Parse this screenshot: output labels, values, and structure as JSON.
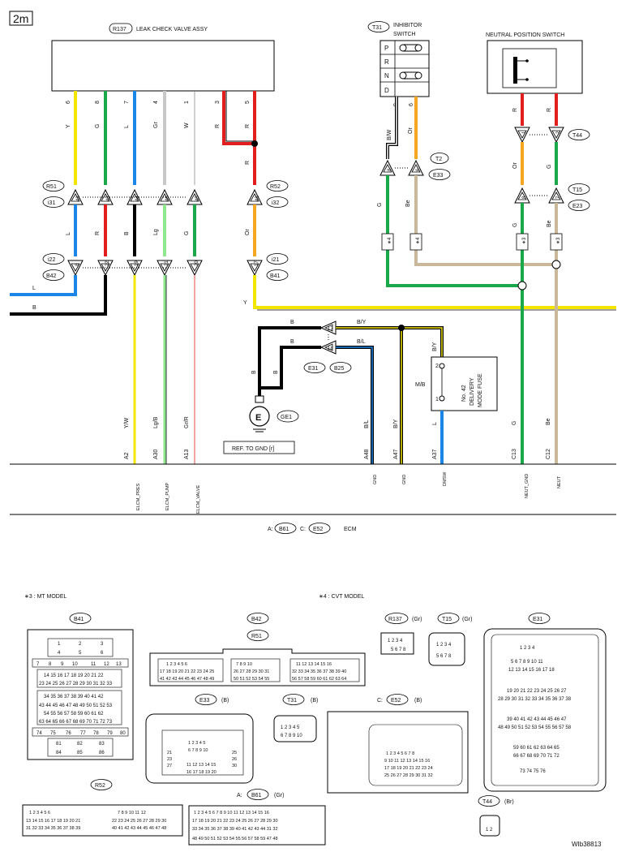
{
  "page_tag": "2m",
  "diagram_id": "WIb38813",
  "components": {
    "r137": {
      "code": "R137",
      "label": "LEAK CHECK VALVE ASSY",
      "pins": [
        "6",
        "8",
        "7",
        "4",
        "1",
        "3",
        "5"
      ]
    },
    "t31": {
      "code": "T31",
      "label": "INHIBITOR SWITCH",
      "positions": [
        "P",
        "R",
        "N",
        "D"
      ],
      "pins": [
        "9",
        "6"
      ]
    },
    "nps": {
      "label": "NEUTRAL POSITION SWITCH"
    },
    "fuse": {
      "text": [
        "No. 42",
        "DELIVERY",
        "MODE FUSE"
      ],
      "mb": "M/B",
      "pins": [
        "2",
        "1"
      ]
    },
    "ground": {
      "code": "GE1",
      "symbol": "E",
      "ref": "REF. TO GND [r]"
    },
    "ecm": {
      "prefix_a": "A:",
      "code_a": "B61",
      "prefix_c": "C:",
      "code_c": "E52",
      "label": "ECM"
    }
  },
  "connectors": [
    {
      "code": "R51"
    },
    {
      "code": "i31"
    },
    {
      "code": "i22"
    },
    {
      "code": "B42"
    },
    {
      "code": "R52"
    },
    {
      "code": "i32"
    },
    {
      "code": "i21"
    },
    {
      "code": "B41"
    },
    {
      "code": "T2"
    },
    {
      "code": "E33"
    },
    {
      "code": "T44"
    },
    {
      "code": "T15"
    },
    {
      "code": "E23"
    },
    {
      "code": "E31"
    },
    {
      "code": "B25"
    }
  ],
  "wire_labels": [
    "Y",
    "G",
    "L",
    "Gr",
    "W",
    "R",
    "R",
    "R",
    "L",
    "R",
    "B",
    "Lg",
    "G",
    "Or",
    "B/W",
    "Or",
    "G",
    "Be",
    "R",
    "R",
    "Or",
    "G",
    "G",
    "Be",
    "L",
    "B",
    "Y",
    "B",
    "B/Y",
    "B",
    "B/L",
    "B",
    "B",
    "B/Y",
    "B/L",
    "B/Y",
    "L",
    "G",
    "Be",
    "Y/W",
    "Lg/B",
    "Gr/R"
  ],
  "pin_numbers": [
    "42",
    "43",
    "44",
    "46",
    "45",
    "42",
    "8",
    "6",
    "1",
    "2",
    "8",
    "7",
    "18",
    "22",
    "19",
    "21",
    "20",
    "17",
    "17",
    "18"
  ],
  "ecm_pins": [
    {
      "pin": "A2",
      "signal": "ELCM_PRES",
      "wire": "Y/W"
    },
    {
      "pin": "A30",
      "signal": "ELCM_PUMP",
      "wire": "Lg/B"
    },
    {
      "pin": "A13",
      "signal": "ELCM_VALVE",
      "wire": "Gr/R"
    },
    {
      "pin": "A48",
      "signal": "GND",
      "wire": "B/L"
    },
    {
      "pin": "A47",
      "signal": "GND",
      "wire": "B/Y"
    },
    {
      "pin": "A37",
      "signal": "DMSW",
      "wire": "L"
    },
    {
      "pin": "C13",
      "signal": "NEUT_GND",
      "wire": "G"
    },
    {
      "pin": "C12",
      "signal": "NEUT",
      "wire": "Be"
    }
  ],
  "notes": {
    "n3": "∗3  : MT MODEL",
    "n4": "∗4  : CVT MODEL",
    "mark3": "∗3",
    "mark4": "∗4"
  },
  "connector_views": [
    {
      "code": "B41",
      "color": ""
    },
    {
      "code": "B42",
      "color": ""
    },
    {
      "code": "R51",
      "color": ""
    },
    {
      "code": "R137",
      "color": "(Gr)"
    },
    {
      "code": "T15",
      "color": "(Gr)"
    },
    {
      "code": "E31",
      "color": ""
    },
    {
      "code": "E33",
      "color": "(B)"
    },
    {
      "code": "T31",
      "color": "(B)"
    },
    {
      "code": "E52",
      "color": "(B)",
      "prefix": "C:"
    },
    {
      "code": "R52",
      "color": ""
    },
    {
      "code": "B61",
      "color": "(Gr)",
      "prefix": "A:"
    },
    {
      "code": "T44",
      "color": "(Br)"
    }
  ],
  "wire_colors": {
    "Y": "#f2e600",
    "G": "#1aa84a",
    "L": "#1c86e6",
    "Gr": "#c8c8c8",
    "W": "#ffffff",
    "R": "#e01e1e",
    "B": "#000000",
    "Lg": "#8fe88f",
    "Or": "#f5a623",
    "Be": "#c9b89a",
    "YW": "#f2e600"
  }
}
